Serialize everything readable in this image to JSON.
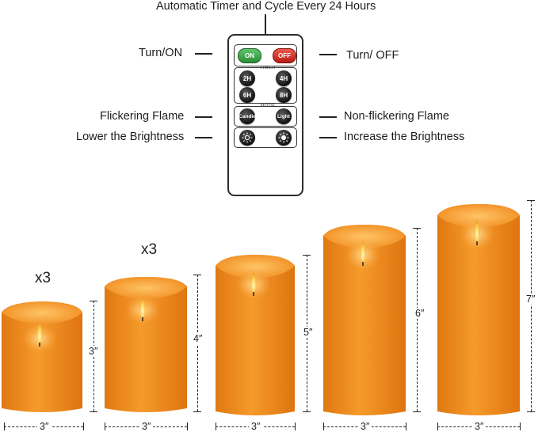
{
  "title": "Automatic Timer and Cycle Every 24 Hours",
  "remote": {
    "on_label": "ON",
    "off_label": "OFF",
    "timer_label": "TIMER",
    "timer_buttons": [
      "2H",
      "4H",
      "6H",
      "8H"
    ],
    "mode_label": "MODE",
    "mode_buttons": [
      "Candle",
      "Light"
    ],
    "on_color": "#2b8f39",
    "off_color": "#c8211a"
  },
  "callouts": {
    "turn_on": "Turn/ON",
    "turn_off": "Turn/ OFF",
    "flicker": "Flickering Flame",
    "non_flicker": "Non-flickering Flame",
    "lower_bright": "Lower the Brightness",
    "increase_bright": "Increase the Brightness"
  },
  "candles": {
    "color": "#f08a1c",
    "items": [
      {
        "width": "3″",
        "height": "3″",
        "qty": "x3"
      },
      {
        "width": "3″",
        "height": "4″",
        "qty": "x3"
      },
      {
        "width": "3″",
        "height": "5″",
        "qty": ""
      },
      {
        "width": "3″",
        "height": "6″",
        "qty": ""
      },
      {
        "width": "3″",
        "height": "7″",
        "qty": ""
      }
    ]
  }
}
